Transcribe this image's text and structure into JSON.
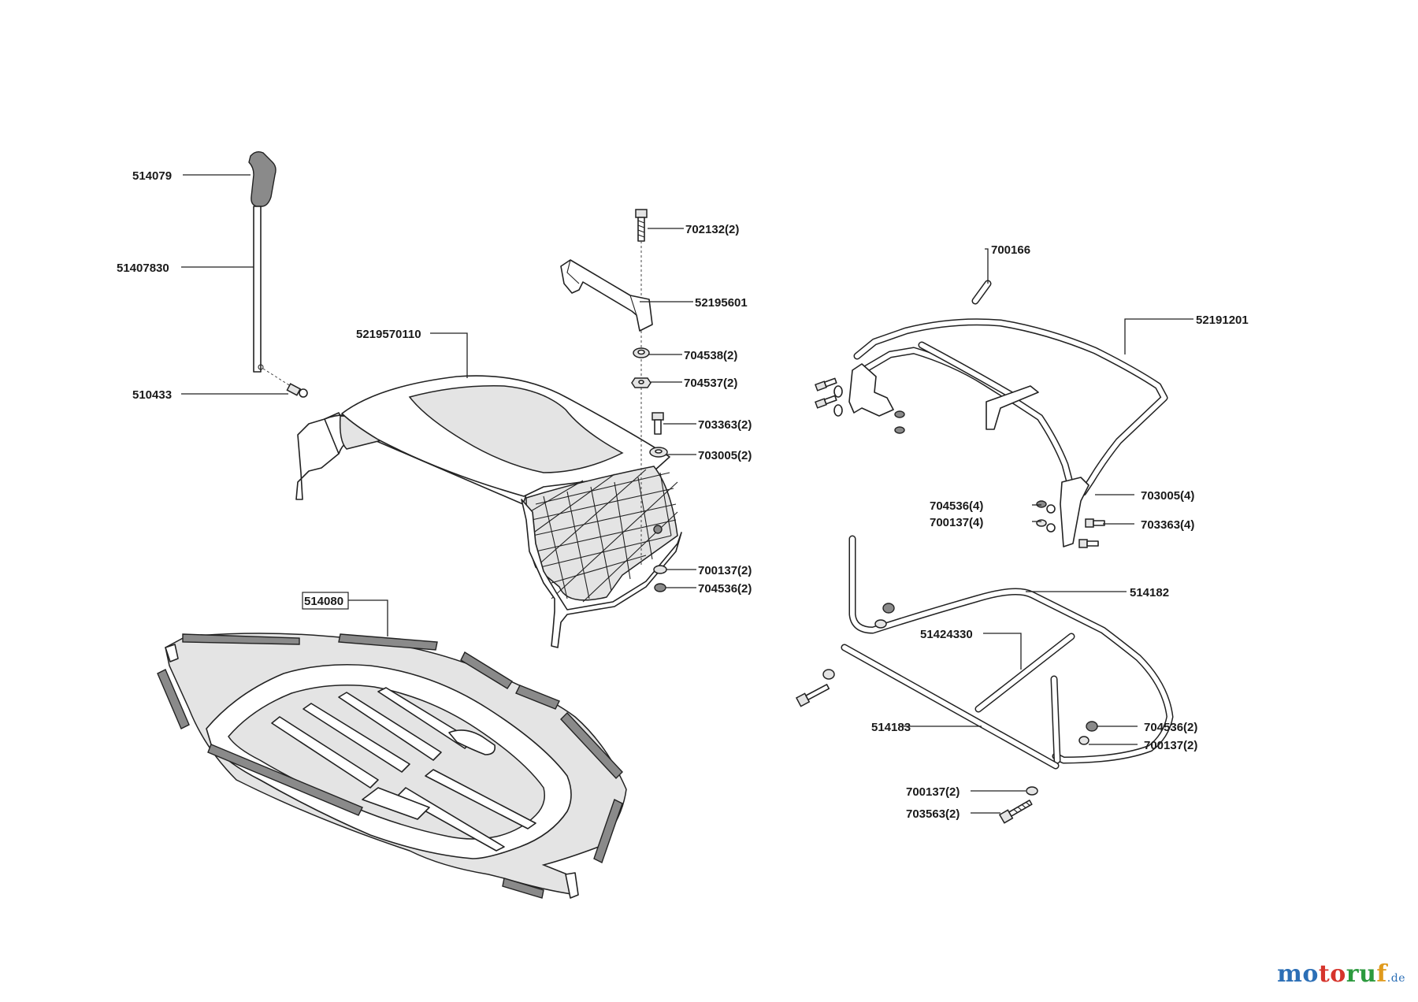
{
  "labels": {
    "p514079": "514079",
    "p51407830": "51407830",
    "p510433": "510433",
    "p5219570110": "5219570110",
    "p702132": "702132(2)",
    "p52195601": "52195601",
    "p704538": "704538(2)",
    "p704537": "704537(2)",
    "p703363a": "703363(2)",
    "p703005a": "703005(2)",
    "p700137a": "700137(2)",
    "p704536a": "704536(2)",
    "p514080": "514080",
    "p700166": "700166",
    "p52191201": "52191201",
    "p704536b": "704536(4)",
    "p700137b": "700137(4)",
    "p703005b": "703005(4)",
    "p703363b": "703363(4)",
    "p514182": "514182",
    "p51424330": "51424330",
    "p514183": "514183",
    "p704536c": "704536(2)",
    "p700137c": "700137(2)",
    "p700137d": "700137(2)",
    "p703563": "703563(2)"
  },
  "watermark": {
    "c1": "mo",
    "c2": "to",
    "c3": "ru",
    "c4": "f",
    "suffix": ".de"
  }
}
